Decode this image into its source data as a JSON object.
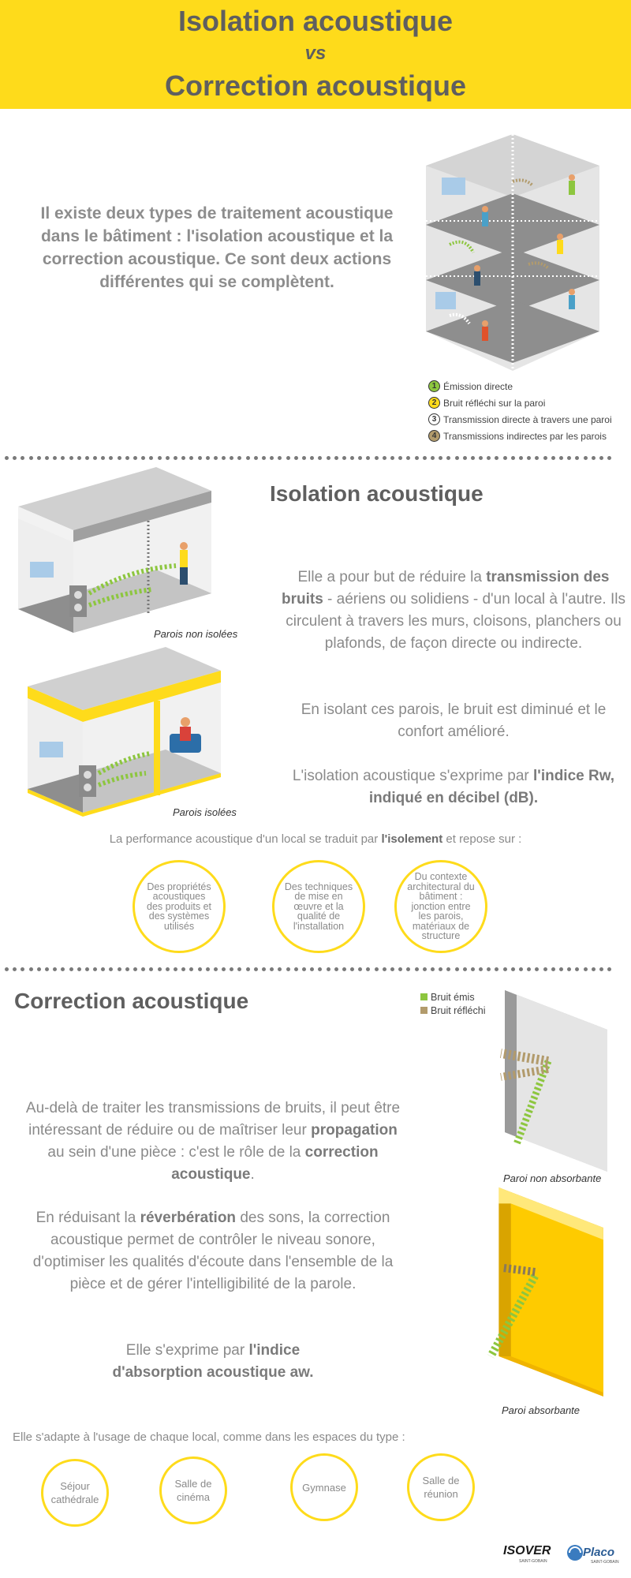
{
  "header": {
    "line1": "Isolation  acoustique",
    "vs": "vs",
    "line2": "Correction acoustique"
  },
  "intro": {
    "text": "Il existe deux types de traitement acoustique dans le bâtiment : l'isolation acoustique et la correction acoustique. Ce sont deux actions différentes qui se complètent."
  },
  "legend": [
    {
      "num": "1",
      "label": "Émission directe",
      "color": "#8dc63f"
    },
    {
      "num": "2",
      "label": "Bruit réfléchi sur la paroi",
      "color": "#fedb1b"
    },
    {
      "num": "3",
      "label": "Transmission directe à travers une paroi",
      "color": "#ffffff"
    },
    {
      "num": "4",
      "label": "Transmissions indirectes par les parois",
      "color": "#b29b6c"
    }
  ],
  "isolation": {
    "title": "Isolation acoustique",
    "caption_non": "Parois non isolées",
    "caption_iso": "Parois isolées",
    "p1_a": "Elle a pour but de réduire la ",
    "p1_b": "transmission des bruits",
    "p1_c": " - aériens ou solidiens - d'un local à l'autre. Ils circulent à travers les murs, cloisons, planchers ou plafonds, de façon directe ou indirecte.",
    "p2": "En isolant ces parois, le bruit est diminué et le confort amélioré.",
    "p3_a": "L'isolation acoustique s'exprime par ",
    "p3_b": "l'indice Rw, indiqué en décibel (dB).",
    "perf_a": "La performance acoustique d'un local se traduit par ",
    "perf_b": "l'isolement",
    "perf_c": " et repose sur :",
    "circles": [
      "Des propriétés acoustiques des produits et des systèmes utilisés",
      "Des techniques de mise en œuvre et la qualité de l'installation",
      "Du contexte architectural du bâtiment : jonction entre les parois, matériaux de structure"
    ]
  },
  "correction": {
    "title": "Correction acoustique",
    "legend_emis": "Bruit émis",
    "legend_refl": "Bruit réfléchi",
    "caption_non": "Paroi non absorbante",
    "caption_abs": "Paroi absorbante",
    "p1_a": "Au-delà de traiter les transmissions de bruits, il peut être intéressant de réduire ou de maîtriser leur ",
    "p1_b": "propagation",
    "p1_c": " au sein d'une pièce : c'est le rôle de la ",
    "p1_d": "correction acoustique",
    "p1_e": ".",
    "p2_a": "En réduisant la ",
    "p2_b": "réverbération",
    "p2_c": " des sons, la correction acoustique permet de contrôler le niveau sonore, d'optimiser les qualités d'écoute dans l'ensemble de la pièce et de gérer l'intelligibilité de la parole.",
    "p3_a": "Elle s'exprime par ",
    "p3_b": "l'indice d'absorption acoustique aw.",
    "note": "Elle s'adapte à l'usage de chaque local, comme dans les espaces du type :",
    "circles": [
      "Séjour cathédrale",
      "Salle de cinéma",
      "Gymnase",
      "Salle de réunion"
    ]
  },
  "logos": {
    "isover": "ISOVER",
    "isover_sub": "SAINT-GOBAIN",
    "placo": "Placo",
    "placo_sub": "SAINT-GOBAIN"
  },
  "colors": {
    "yellow": "#fedb1b",
    "green": "#8dc63f",
    "brown": "#b29b6c",
    "grey_text": "#8a8a8a",
    "dark_title": "#5f5f5f"
  }
}
